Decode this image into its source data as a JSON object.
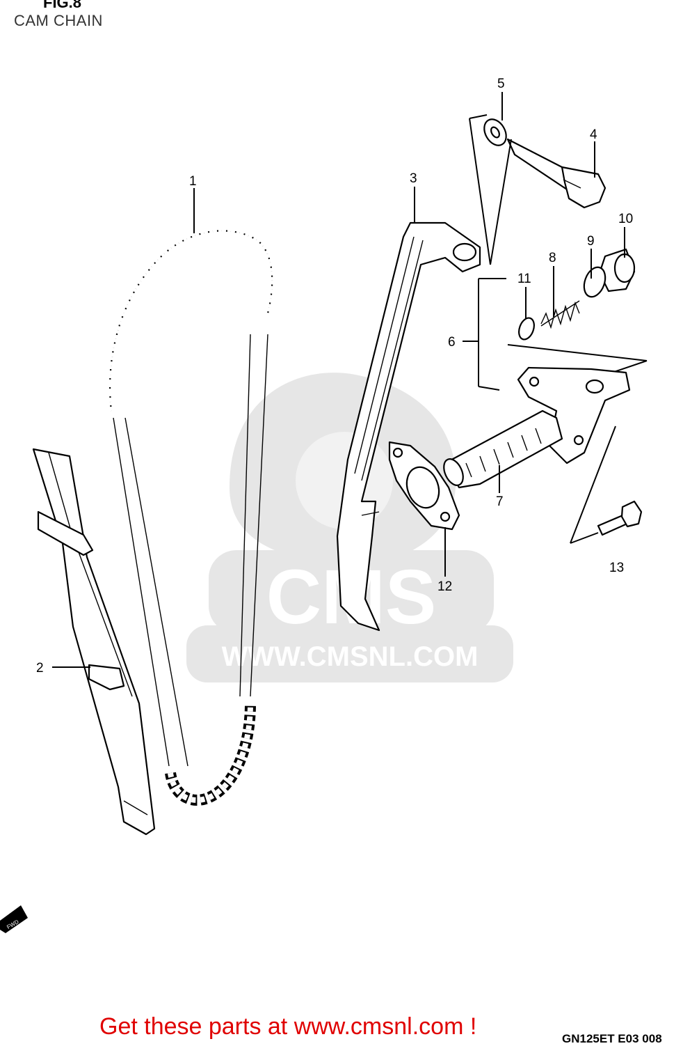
{
  "figure": {
    "label": "FIG.8",
    "title": "CAM CHAIN"
  },
  "watermark": {
    "brand": "CMS",
    "url": "WWW.CMSNL.COM"
  },
  "promo": {
    "text": "Get these parts at www.cmsnl.com !",
    "color": "#e00000"
  },
  "drawing_code": "GN125ET E03 008",
  "fwd_badge": "FWD",
  "callouts": {
    "c1": "1",
    "c2": "2",
    "c3": "3",
    "c4": "4",
    "c5": "5",
    "c6": "6",
    "c7": "7",
    "c8": "8",
    "c9": "9",
    "c10": "10",
    "c11": "11",
    "c12": "12",
    "c13": "13"
  },
  "parts": [
    {
      "id": "1",
      "icon": "cam-chain-icon"
    },
    {
      "id": "2",
      "icon": "chain-guide-icon"
    },
    {
      "id": "3",
      "icon": "chain-tensioner-arm-icon"
    },
    {
      "id": "4",
      "icon": "pivot-bolt-icon"
    },
    {
      "id": "5",
      "icon": "washer-icon"
    },
    {
      "id": "6",
      "icon": "tensioner-assembly-icon"
    },
    {
      "id": "7",
      "icon": "tensioner-body-icon"
    },
    {
      "id": "8",
      "icon": "spring-icon"
    },
    {
      "id": "9",
      "icon": "washer-icon"
    },
    {
      "id": "10",
      "icon": "cap-nut-icon"
    },
    {
      "id": "11",
      "icon": "o-ring-icon"
    },
    {
      "id": "12",
      "icon": "gasket-icon"
    },
    {
      "id": "13",
      "icon": "bolt-icon"
    }
  ]
}
